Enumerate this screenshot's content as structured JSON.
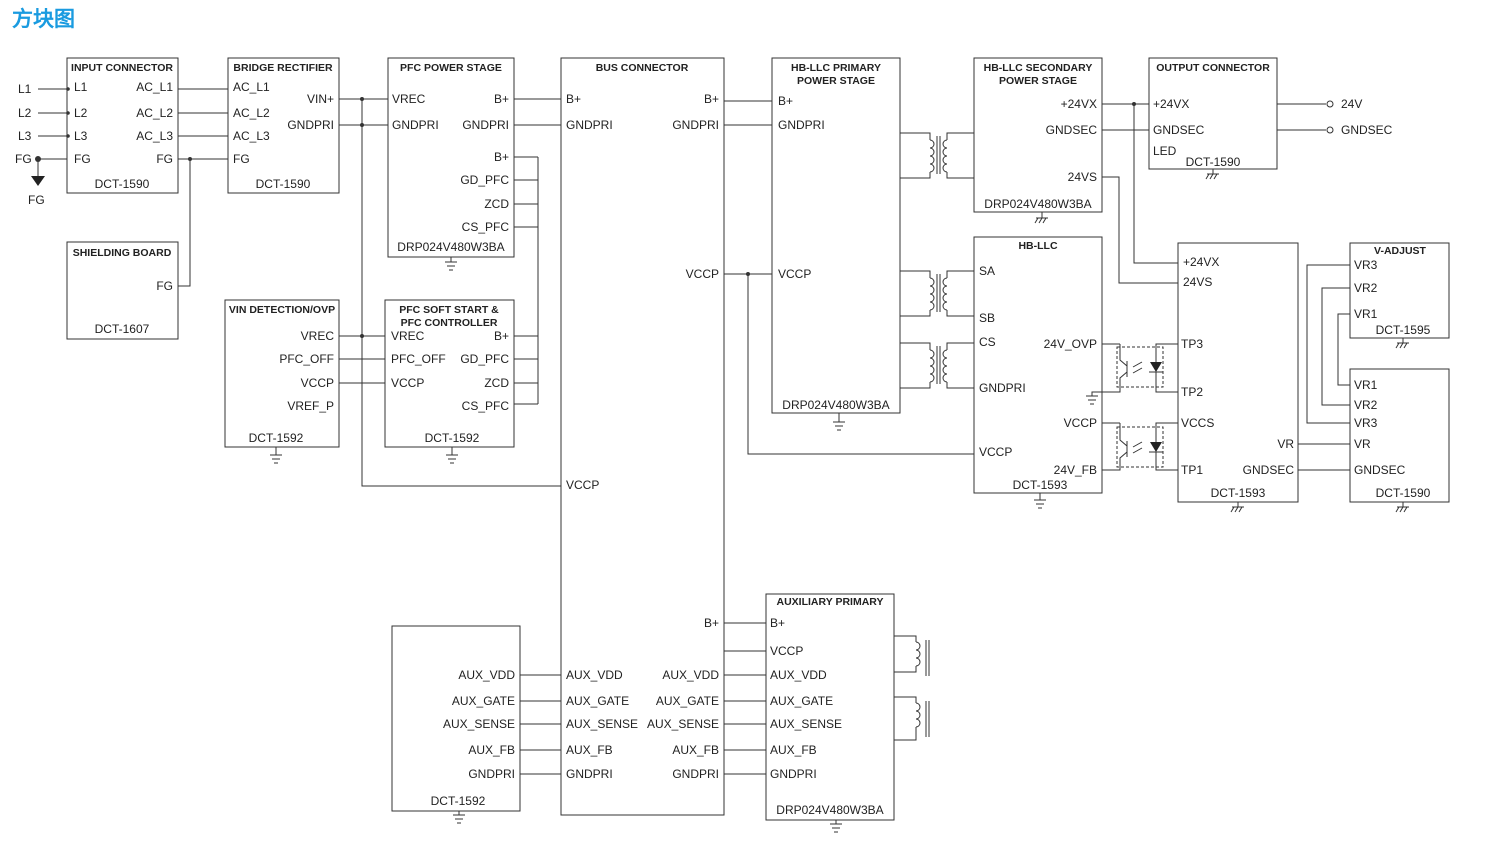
{
  "title": "方块图",
  "colors": {
    "title": "#1a9be0",
    "line": "#333333"
  },
  "blocks": {
    "input_connector": {
      "title": [
        "INPUT CONNECTOR"
      ],
      "part": "DCT-1590",
      "left_pins": [
        "L1",
        "L2",
        "L3",
        "FG"
      ],
      "right_pins": [
        "AC_L1",
        "AC_L2",
        "AC_L3",
        "FG"
      ]
    },
    "bridge_rectifier": {
      "title": [
        "BRIDGE RECTIFIER"
      ],
      "part": "DCT-1590",
      "left_pins": [
        "AC_L1",
        "AC_L2",
        "AC_L3",
        "FG"
      ],
      "right_pins": [
        "VIN+",
        "GNDPRI"
      ]
    },
    "shielding_board": {
      "title": [
        "SHIELDING BOARD"
      ],
      "part": "DCT-1607",
      "right_pins": [
        "FG"
      ]
    },
    "pfc_power_stage": {
      "title": [
        "PFC POWER STAGE"
      ],
      "part": "DRP024V480W3BA",
      "left_pins": [
        "VREC",
        "GNDPRI"
      ],
      "right_pins": [
        "B+",
        "GNDPRI",
        "B+",
        "GD_PFC",
        "ZCD",
        "CS_PFC"
      ]
    },
    "vin_detection": {
      "title": [
        "VIN DETECTION/OVP"
      ],
      "part": "DCT-1592",
      "right_pins": [
        "VREC",
        "PFC_OFF",
        "VCCP",
        "VREF_P"
      ]
    },
    "pfc_soft_start": {
      "title": [
        "PFC SOFT START &",
        "PFC CONTROLLER"
      ],
      "part": "DCT-1592",
      "left_pins": [
        "VREC",
        "PFC_OFF",
        "VCCP"
      ],
      "right_pins": [
        "B+",
        "GD_PFC",
        "ZCD",
        "CS_PFC"
      ]
    },
    "bus_connector": {
      "title": [
        "BUS CONNECTOR"
      ],
      "left_pins": [
        "B+",
        "GNDPRI",
        "VCCP",
        "AUX_VDD",
        "AUX_GATE",
        "AUX_SENSE",
        "AUX_FB",
        "GNDPRI"
      ],
      "right_pins": [
        "B+",
        "GNDPRI",
        "VCCP",
        "B+",
        "AUX_VDD",
        "AUX_GATE",
        "AUX_SENSE",
        "AUX_FB",
        "GNDPRI"
      ]
    },
    "hb_llc_primary": {
      "title": [
        "HB-LLC PRIMARY",
        "POWER STAGE"
      ],
      "part": "DRP024V480W3BA",
      "left_pins": [
        "B+",
        "GNDPRI",
        "VCCP"
      ]
    },
    "hb_llc_secondary": {
      "title": [
        "HB-LLC SECONDARY",
        "POWER STAGE"
      ],
      "part": "DRP024V480W3BA",
      "right_pins": [
        "+24VX",
        "GNDSEC",
        "24VS"
      ]
    },
    "output_connector": {
      "title": [
        "OUTPUT CONNECTOR"
      ],
      "part": "DCT-1590",
      "left_pins": [
        "+24VX",
        "GNDSEC",
        "LED"
      ],
      "outputs": [
        "24V",
        "GNDSEC"
      ]
    },
    "hb_llc": {
      "title": [
        "HB-LLC"
      ],
      "part": "DCT-1593",
      "left_pins": [
        "SA",
        "SB",
        "CS",
        "GNDPRI",
        "VCCP"
      ],
      "right_pins": [
        "24V_OVP",
        "VCCP",
        "24V_FB"
      ]
    },
    "dct1593_right": {
      "part": "DCT-1593",
      "left_pins": [
        "+24VX",
        "24VS",
        "TP3",
        "TP2",
        "VCCS",
        "TP1"
      ],
      "right_pins": [
        "VR",
        "GNDSEC"
      ]
    },
    "v_adjust": {
      "title": [
        "V-ADJUST"
      ],
      "part": "DCT-1595",
      "left_pins": [
        "VR3",
        "VR2",
        "VR1"
      ]
    },
    "dct1590_right": {
      "part": "DCT-1590",
      "left_pins": [
        "VR1",
        "VR2",
        "VR3",
        "VR",
        "GNDSEC"
      ]
    },
    "aux_left": {
      "part": "DCT-1592",
      "right_pins": [
        "AUX_VDD",
        "AUX_GATE",
        "AUX_SENSE",
        "AUX_FB",
        "GNDPRI"
      ]
    },
    "aux_primary": {
      "title": [
        "AUXILIARY PRIMARY"
      ],
      "part": "DRP024V480W3BA",
      "left_pins": [
        "B+",
        "VCCP",
        "AUX_VDD",
        "AUX_GATE",
        "AUX_SENSE",
        "AUX_FB",
        "GNDPRI"
      ]
    }
  },
  "input_labels": [
    "L1",
    "L2",
    "L3",
    "FG"
  ],
  "ground_label": "FG"
}
